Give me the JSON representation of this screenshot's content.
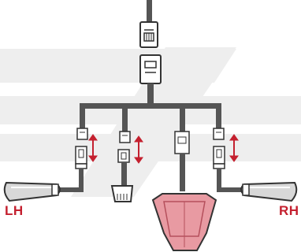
{
  "diagram": {
    "labels": {
      "left": "LH",
      "right": "RH"
    },
    "colors": {
      "wire": "#555555",
      "connector_outline": "#333333",
      "connector_fill": "#ffffff",
      "arrow": "#c4202f",
      "label": "#c4202f",
      "tail_light_fill": "#e89aa2",
      "indicator_fill": "#d8d8d8",
      "background_watermark": "#eeeeee"
    },
    "components": [
      "main-harness-plug",
      "splitter-harness",
      "left-indicator",
      "license-plate-light",
      "tail-light",
      "right-indicator"
    ]
  }
}
